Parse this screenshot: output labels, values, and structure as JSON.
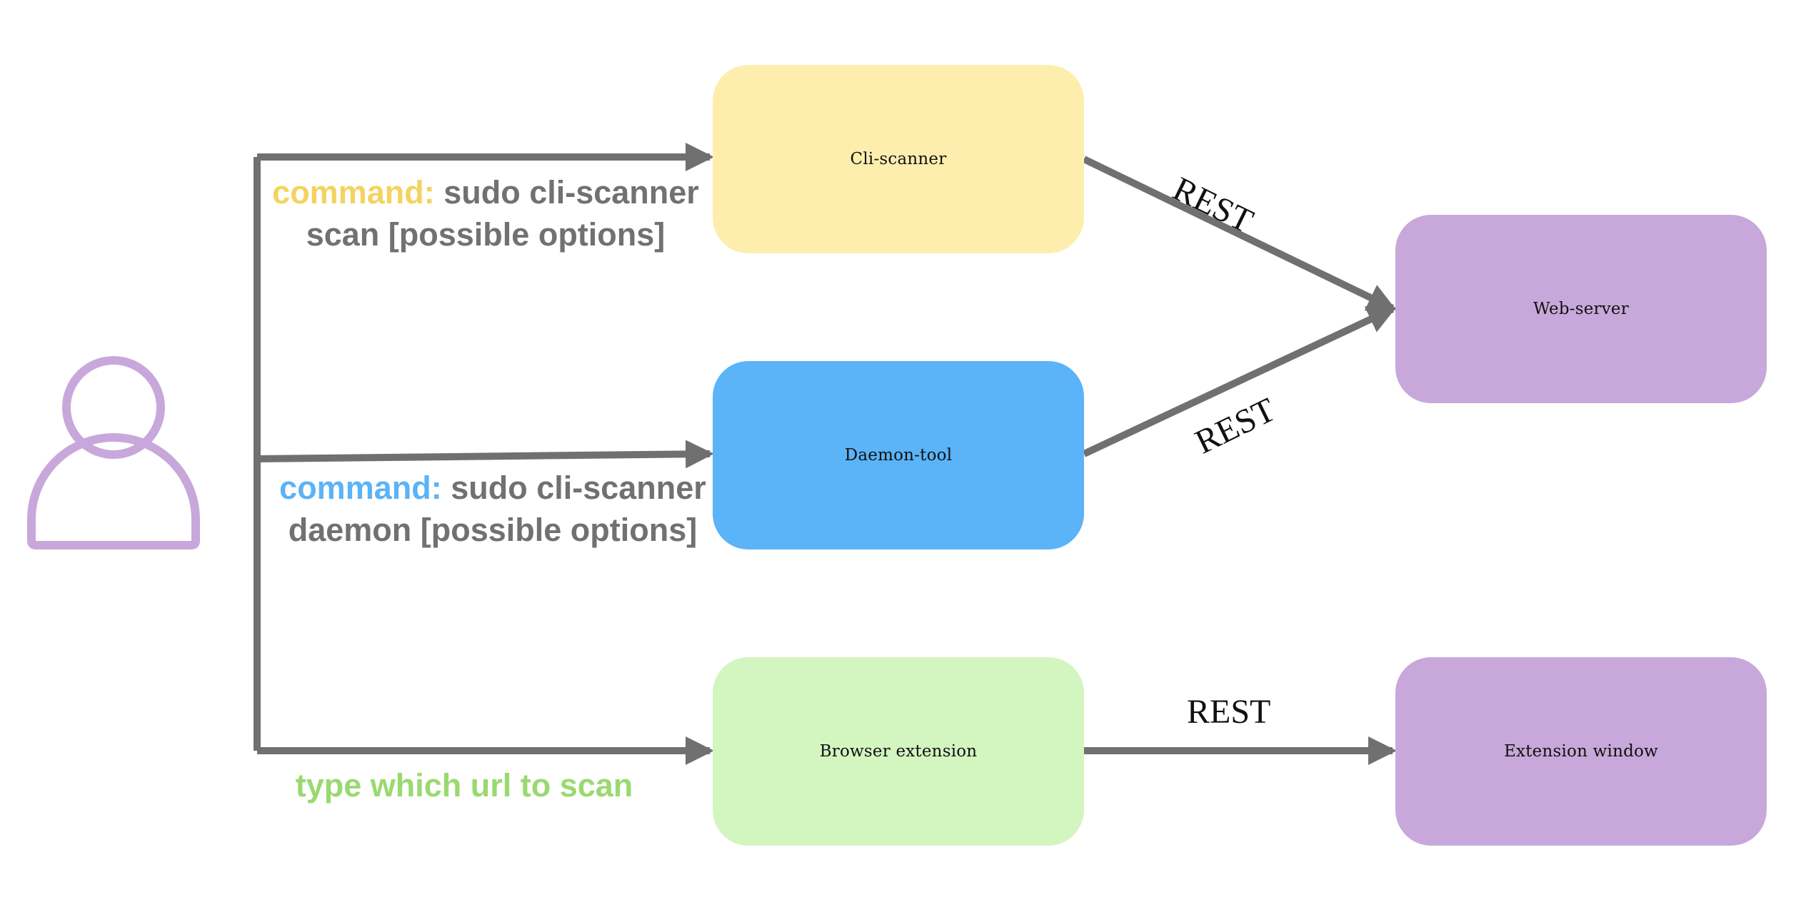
{
  "colors": {
    "connector": "#707070",
    "user_icon": "#c8a8da",
    "cli_scanner": "#fdeeae",
    "daemon_tool": "#5bb3f8",
    "browser_extension": "#d3f5c0",
    "web_server": "#c8a8da",
    "extension_window": "#c8a8da",
    "command_keyword_cli": "#f4d35e",
    "command_keyword_daemon": "#5bb3f8",
    "browser_note": "#9ad96f"
  },
  "icons": {
    "user": "user-icon"
  },
  "nodes": {
    "cli_scanner": "Cli-scanner",
    "daemon_tool": "Daemon-tool",
    "browser_extension": "Browser extension",
    "web_server": "Web-server",
    "extension_window": "Extension window"
  },
  "annotations": {
    "cli": {
      "keyword": "command:",
      "text_line1": " sudo cli-scanner",
      "text_line2": "scan [possible options]"
    },
    "daemon": {
      "keyword": "command:",
      "text_line1": " sudo cli-scanner",
      "text_line2": "daemon [possible options]"
    },
    "browser": {
      "text": "type which url to scan"
    }
  },
  "edges": {
    "cli_to_web": "REST",
    "daemon_to_web": "REST",
    "browser_to_extension": "REST"
  }
}
